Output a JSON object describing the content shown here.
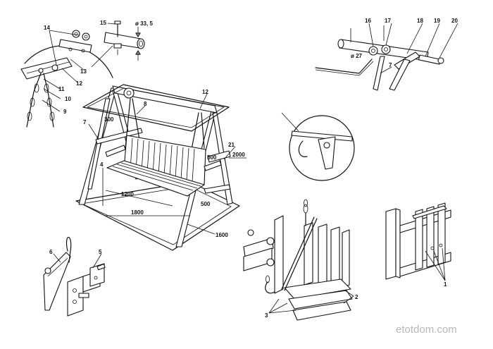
{
  "part_labels": {
    "p1": "1",
    "p2": "2",
    "p3": "3",
    "p4": "4",
    "p5": "5",
    "p6": "6",
    "p7": "7",
    "p8": "8",
    "p9": "9",
    "p10": "10",
    "p11": "11",
    "p12": "12",
    "p13": "13",
    "p14": "14",
    "p15": "15",
    "p16": "16",
    "p17": "17",
    "p18": "18",
    "p19": "19",
    "p20": "20",
    "p21": "21"
  },
  "dimensions": {
    "d1200": "1200",
    "d1800": "1800",
    "d1600": "1600",
    "d2000": "2000",
    "d500a": "500",
    "d500b": "500",
    "d300": "300",
    "dia33": "ø 33, 5",
    "dia27": "ø 27"
  },
  "watermark": "etotdom.com"
}
